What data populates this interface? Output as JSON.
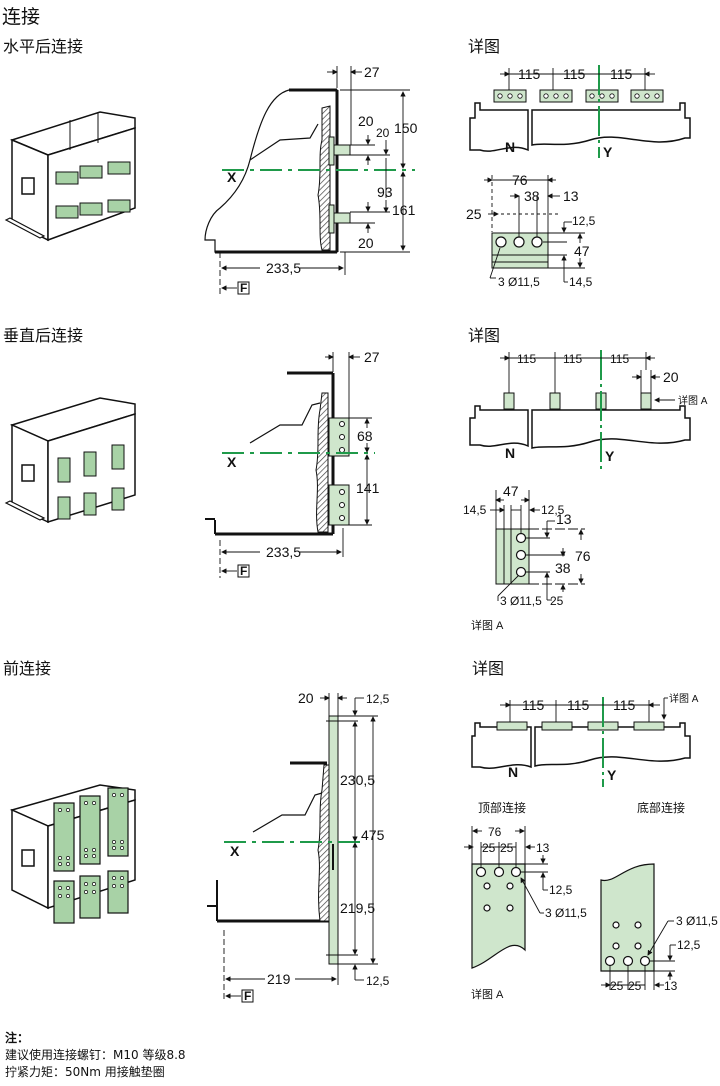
{
  "title": "连接",
  "colors": {
    "busbar": "#cfe6cc",
    "axis": "#1f9a4a",
    "line": "#111111",
    "hatch": "#555555"
  },
  "sections": [
    {
      "heading": "水平后连接",
      "detail_heading": "详图",
      "side_view": {
        "axis_label": "X",
        "dims": [
          "27",
          "20",
          "20",
          "150",
          "93",
          "161",
          "20",
          "233,5"
        ],
        "front_marker": "F"
      },
      "detail_top": {
        "spacings": [
          "115",
          "115",
          "115"
        ],
        "pole_label": "N",
        "axis_label": "Y"
      },
      "detail_bar": {
        "dims": [
          "76",
          "38",
          "13",
          "25",
          "12,5",
          "47",
          "14,5"
        ],
        "holes": "3 Ø11,5"
      }
    },
    {
      "heading": "垂直后连接",
      "detail_heading": "详图",
      "side_view": {
        "axis_label": "X",
        "dims": [
          "27",
          "68",
          "141",
          "233,5"
        ],
        "front_marker": "F"
      },
      "detail_top": {
        "spacings": [
          "115",
          "115",
          "115"
        ],
        "width": "20",
        "detail_ref": "详图 A",
        "pole_label": "N",
        "axis_label": "Y"
      },
      "detail_bar": {
        "dims": [
          "47",
          "14,5",
          "12,5",
          "13",
          "76",
          "38",
          "25"
        ],
        "holes": "3 Ø11,5",
        "caption": "详图 A"
      }
    },
    {
      "heading": "前连接",
      "detail_heading": "详图",
      "side_view": {
        "axis_label": "X",
        "dims": [
          "20",
          "12,5",
          "230,5",
          "475",
          "219,5",
          "12,5",
          "219"
        ],
        "front_marker": "F"
      },
      "detail_top": {
        "spacings": [
          "115",
          "115",
          "115"
        ],
        "detail_ref": "详图 A",
        "pole_label": "N",
        "axis_label": "Y"
      },
      "top_connection": {
        "heading": "顶部连接",
        "dims": [
          "76",
          "25",
          "25",
          "13",
          "12,5"
        ],
        "holes": "3 Ø11,5",
        "caption": "详图 A"
      },
      "bottom_connection": {
        "heading": "底部连接",
        "dims": [
          "25",
          "25",
          "13",
          "12,5"
        ],
        "holes": "3 Ø11,5"
      }
    }
  ],
  "notes": {
    "title": "注：",
    "lines": [
      "建议使用连接螺钉：M10 等级8.8",
      "拧紧力矩：50Nm 用接触垫圈"
    ]
  }
}
